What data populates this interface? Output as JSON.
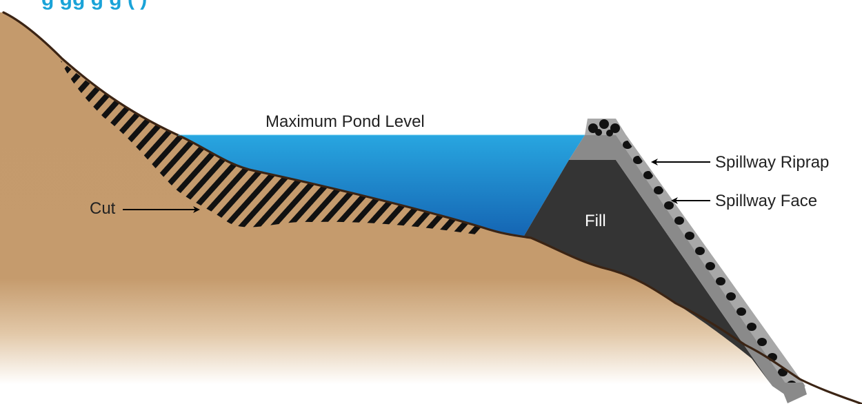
{
  "title": "g                        gg  g g   (    )",
  "labels": {
    "max_pond_level": "Maximum Pond Level",
    "cut": "Cut",
    "fill": "Fill",
    "spillway_riprap": "Spillway Riprap",
    "spillway_face": "Spillway Face"
  },
  "colors": {
    "soil": "#c49a6c",
    "water_top": "#28a6e0",
    "water_bottom": "#1565b3",
    "fill": "#343434",
    "spillway_face": "#8a8a8a",
    "riprap_base": "#a8a8a8",
    "title": "#1aa3d8"
  }
}
